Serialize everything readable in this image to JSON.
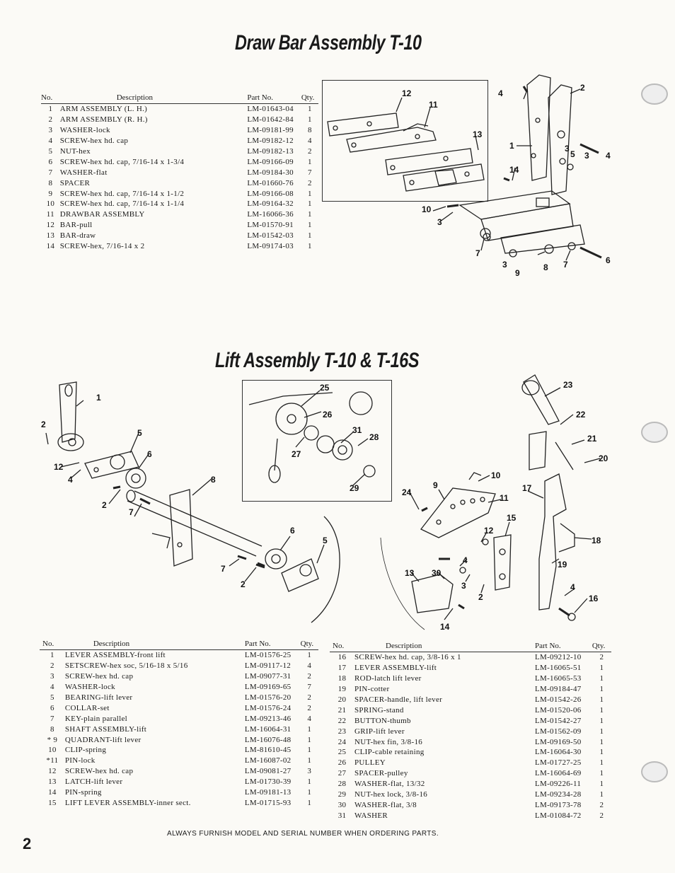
{
  "page_number": "2",
  "footer": "ALWAYS FURNISH MODEL AND SERIAL NUMBER WHEN ORDERING PARTS.",
  "drawbar": {
    "title": "Draw Bar Assembly T-10",
    "headers": {
      "no": "No.",
      "desc": "Description",
      "part": "Part No.",
      "qty": "Qty."
    },
    "rows": [
      {
        "no": "1",
        "desc": "ARM ASSEMBLY (L. H.)",
        "part": "LM-01643-04",
        "qty": "1"
      },
      {
        "no": "2",
        "desc": "ARM ASSEMBLY (R. H.)",
        "part": "LM-01642-84",
        "qty": "1"
      },
      {
        "no": "3",
        "desc": "WASHER-lock",
        "part": "LM-09181-99",
        "qty": "8"
      },
      {
        "no": "4",
        "desc": "SCREW-hex hd. cap",
        "part": "LM-09182-12",
        "qty": "4"
      },
      {
        "no": "5",
        "desc": "NUT-hex",
        "part": "LM-09182-13",
        "qty": "2"
      },
      {
        "no": "6",
        "desc": "SCREW-hex hd. cap, 7/16-14 x 1-3/4",
        "part": "LM-09166-09",
        "qty": "1"
      },
      {
        "no": "7",
        "desc": "WASHER-flat",
        "part": "LM-09184-30",
        "qty": "7"
      },
      {
        "no": "8",
        "desc": "SPACER",
        "part": "LM-01660-76",
        "qty": "2"
      },
      {
        "no": "9",
        "desc": "SCREW-hex hd. cap, 7/16-14 x 1-1/2",
        "part": "LM-09166-08",
        "qty": "1"
      },
      {
        "no": "10",
        "desc": "SCREW-hex hd. cap, 7/16-14 x 1-1/4",
        "part": "LM-09164-32",
        "qty": "1"
      },
      {
        "no": "11",
        "desc": "DRAWBAR ASSEMBLY",
        "part": "LM-16066-36",
        "qty": "1"
      },
      {
        "no": "12",
        "desc": "BAR-pull",
        "part": "LM-01570-91",
        "qty": "1"
      },
      {
        "no": "13",
        "desc": "BAR-draw",
        "part": "LM-01542-03",
        "qty": "1"
      },
      {
        "no": "14",
        "desc": "SCREW-hex, 7/16-14 x 2",
        "part": "LM-09174-03",
        "qty": "1"
      }
    ],
    "callouts": [
      "12",
      "11",
      "13",
      "14",
      "10",
      "3",
      "7",
      "2",
      "3",
      "5",
      "3",
      "4",
      "1",
      "4",
      "3",
      "9",
      "8",
      "7",
      "6"
    ]
  },
  "lift": {
    "title": "Lift Assembly T-10 & T-16S",
    "headers": {
      "no": "No.",
      "desc": "Description",
      "part": "Part No.",
      "qty": "Qty."
    },
    "rows_left": [
      {
        "no": "1",
        "desc": "LEVER ASSEMBLY-front lift",
        "part": "LM-01576-25",
        "qty": "1"
      },
      {
        "no": "2",
        "desc": "SETSCREW-hex soc, 5/16-18 x 5/16",
        "part": "LM-09117-12",
        "qty": "4"
      },
      {
        "no": "3",
        "desc": "SCREW-hex hd. cap",
        "part": "LM-09077-31",
        "qty": "2"
      },
      {
        "no": "4",
        "desc": "WASHER-lock",
        "part": "LM-09169-65",
        "qty": "7"
      },
      {
        "no": "5",
        "desc": "BEARING-lift lever",
        "part": "LM-01576-20",
        "qty": "2"
      },
      {
        "no": "6",
        "desc": "COLLAR-set",
        "part": "LM-01576-24",
        "qty": "2"
      },
      {
        "no": "7",
        "desc": "KEY-plain parallel",
        "part": "LM-09213-46",
        "qty": "4"
      },
      {
        "no": "8",
        "desc": "SHAFT ASSEMBLY-lift",
        "part": "LM-16064-31",
        "qty": "1"
      },
      {
        "no": "* 9",
        "desc": "QUADRANT-lift lever",
        "part": "LM-16076-48",
        "qty": "1"
      },
      {
        "no": "10",
        "desc": "CLIP-spring",
        "part": "LM-81610-45",
        "qty": "1"
      },
      {
        "no": "*11",
        "desc": "PIN-lock",
        "part": "LM-16087-02",
        "qty": "1"
      },
      {
        "no": "12",
        "desc": "SCREW-hex hd. cap",
        "part": "LM-09081-27",
        "qty": "3"
      },
      {
        "no": "13",
        "desc": "LATCH-lift lever",
        "part": "LM-01730-39",
        "qty": "1"
      },
      {
        "no": "14",
        "desc": "PIN-spring",
        "part": "LM-09181-13",
        "qty": "1"
      },
      {
        "no": "15",
        "desc": "LIFT LEVER ASSEMBLY-inner sect.",
        "part": "LM-01715-93",
        "qty": "1"
      }
    ],
    "rows_right": [
      {
        "no": "16",
        "desc": "SCREW-hex hd. cap, 3/8-16 x 1",
        "part": "LM-09212-10",
        "qty": "2"
      },
      {
        "no": "17",
        "desc": "LEVER ASSEMBLY-lift",
        "part": "LM-16065-51",
        "qty": "1"
      },
      {
        "no": "18",
        "desc": "ROD-latch lift lever",
        "part": "LM-16065-53",
        "qty": "1"
      },
      {
        "no": "19",
        "desc": "PIN-cotter",
        "part": "LM-09184-47",
        "qty": "1"
      },
      {
        "no": "20",
        "desc": "SPACER-handle, lift lever",
        "part": "LM-01542-26",
        "qty": "1"
      },
      {
        "no": "21",
        "desc": "SPRING-stand",
        "part": "LM-01520-06",
        "qty": "1"
      },
      {
        "no": "22",
        "desc": "BUTTON-thumb",
        "part": "LM-01542-27",
        "qty": "1"
      },
      {
        "no": "23",
        "desc": "GRIP-lift lever",
        "part": "LM-01562-09",
        "qty": "1"
      },
      {
        "no": "24",
        "desc": "NUT-hex fin, 3/8-16",
        "part": "LM-09169-50",
        "qty": "1"
      },
      {
        "no": "25",
        "desc": "CLIP-cable retaining",
        "part": "LM-16064-30",
        "qty": "1"
      },
      {
        "no": "26",
        "desc": "PULLEY",
        "part": "LM-01727-25",
        "qty": "1"
      },
      {
        "no": "27",
        "desc": "SPACER-pulley",
        "part": "LM-16064-69",
        "qty": "1"
      },
      {
        "no": "28",
        "desc": "WASHER-flat, 13/32",
        "part": "LM-09226-11",
        "qty": "1"
      },
      {
        "no": "29",
        "desc": "NUT-hex lock, 3/8-16",
        "part": "LM-09234-28",
        "qty": "1"
      },
      {
        "no": "30",
        "desc": "WASHER-flat, 3/8",
        "part": "LM-09173-78",
        "qty": "2"
      },
      {
        "no": "31",
        "desc": "WASHER",
        "part": "LM-01084-72",
        "qty": "2"
      }
    ],
    "callouts": [
      "1",
      "2",
      "5",
      "6",
      "12",
      "4",
      "8",
      "2",
      "7",
      "6",
      "5",
      "7",
      "2",
      "25",
      "26",
      "31",
      "28",
      "27",
      "29",
      "23",
      "22",
      "21",
      "20",
      "17",
      "10",
      "9",
      "11",
      "24",
      "15",
      "12",
      "18",
      "19",
      "4",
      "16",
      "13",
      "30",
      "3",
      "2",
      "14",
      "4"
    ]
  }
}
